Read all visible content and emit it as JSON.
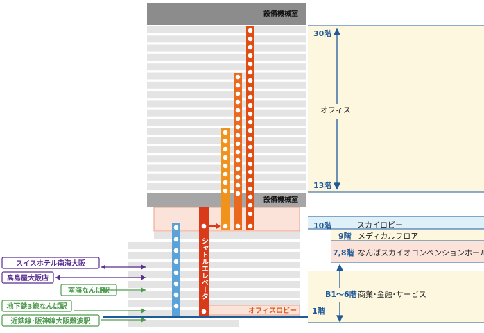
{
  "machine_room_top": "設備機械室",
  "machine_room_mid": "設備機械室",
  "shuttle_elevator": "シャトルエレベータ",
  "office_lobby": "オフィスロビー",
  "floors": {
    "f30": "30階",
    "f13": "13階",
    "f10": "10階",
    "f9": "9階",
    "f78": "7,8階",
    "fb1_6": "B1～6階",
    "f1": "1階"
  },
  "zones": {
    "office": "オフィス",
    "sky_lobby": "スカイロビー",
    "medical": "メディカルフロア",
    "convention": "なんばスカイオコンベンションホール",
    "commercial": "商業･金融･サービス"
  },
  "connections": [
    {
      "label": "スイスホテル南海大阪",
      "color": "#5b2e91",
      "direction": "both"
    },
    {
      "label": "高島屋大阪店",
      "color": "#5b2e91",
      "direction": "both"
    },
    {
      "label": "南海なんば駅",
      "color": "#4f9a4f",
      "direction": "both"
    },
    {
      "label": "地下鉄3線なんば駅",
      "color": "#4f9a4f",
      "direction": "in"
    },
    {
      "label": "近鉄線･阪神線大阪難波駅",
      "color": "#4f9a4f",
      "direction": "in"
    }
  ],
  "colors": {
    "office_zone": "#fdf7df",
    "sky_zone": "#dff0f8",
    "lobby_highlight": "#fbe3da",
    "elevator_blue": "#5aa2d8",
    "elevator_red": "#d83a1a",
    "elevator_orange": "#f0921b",
    "elevator_orange2": "#e96a1f",
    "elevator_orange3": "#e04d12",
    "floor_text": "#1f5a99"
  }
}
